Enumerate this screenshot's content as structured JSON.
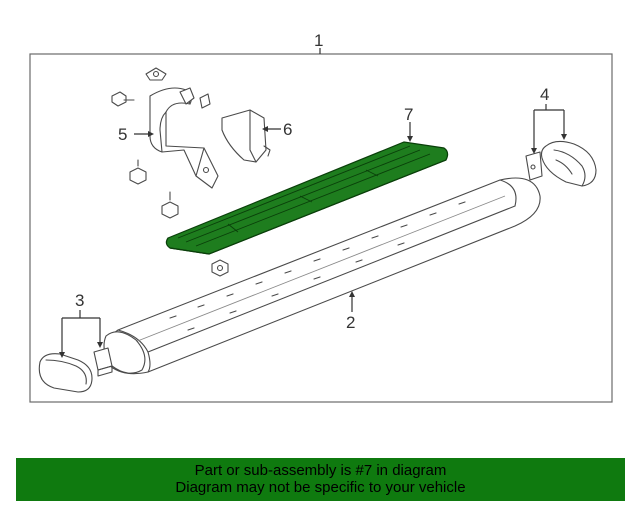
{
  "callouts": {
    "c1": "1",
    "c2": "2",
    "c3": "3",
    "c4": "4",
    "c5": "5",
    "c6": "6",
    "c7": "7"
  },
  "highlight": {
    "part_number": "7",
    "color": "#1e7d1e",
    "outline_color": "#0a3f0a"
  },
  "banner": {
    "line1": "Part or sub-assembly is #7 in diagram",
    "line2": "Diagram may not be specific to your vehicle",
    "background": "#0f7a0f"
  }
}
